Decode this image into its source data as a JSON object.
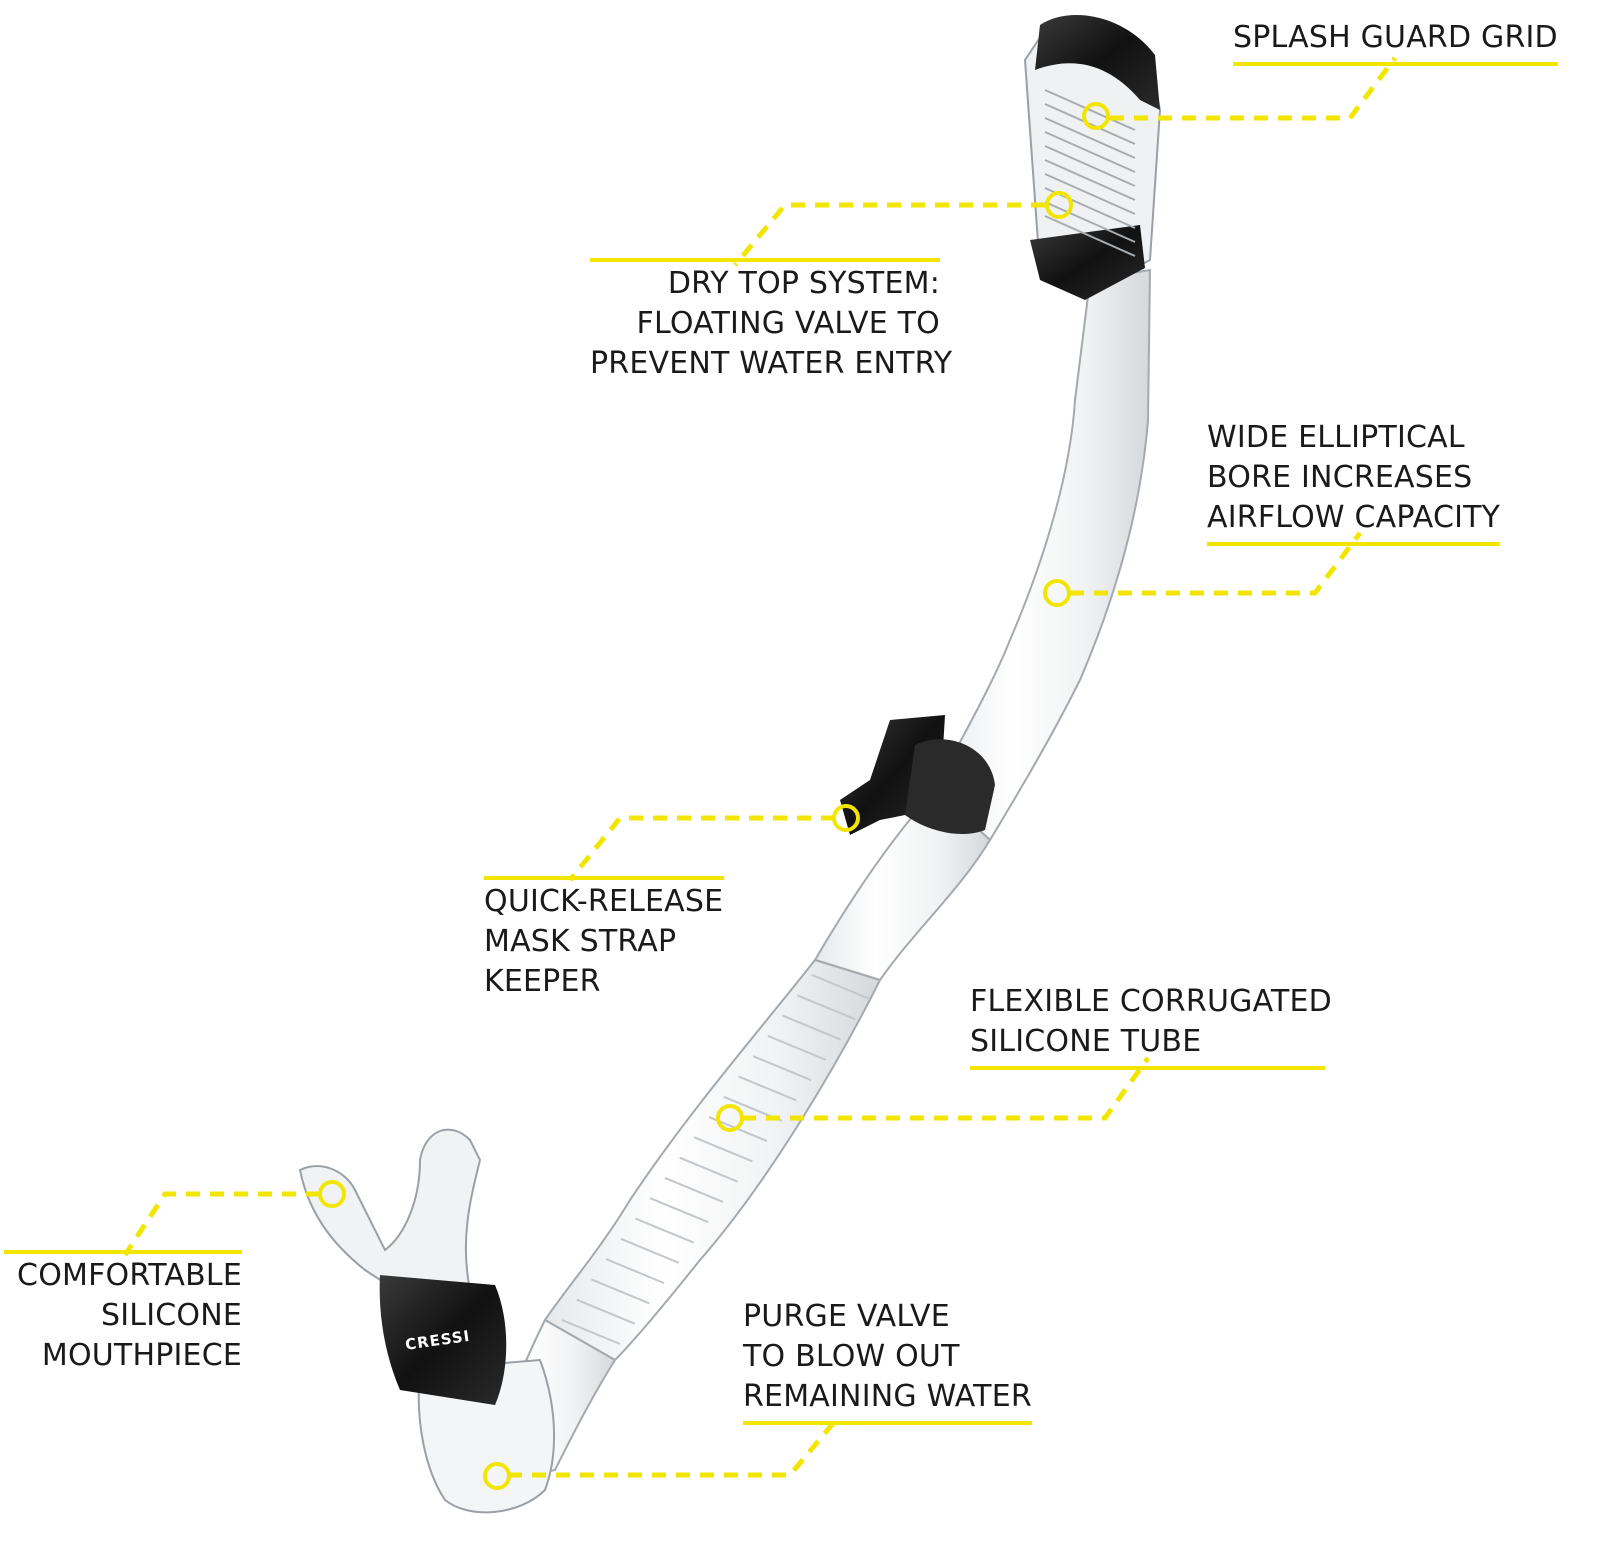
{
  "brand": {
    "logo_text": "CRESSI"
  },
  "colors": {
    "accent": "#f2e600",
    "text": "#1a1a1a",
    "tube_outline": "#9aa0a6",
    "dark_parts": "#1b1b1b"
  },
  "callouts": [
    {
      "id": "splash-guard",
      "lines": [
        "SPLASH GUARD GRID"
      ]
    },
    {
      "id": "dry-top",
      "lines": [
        "DRY TOP SYSTEM:",
        "FLOATING VALVE TO",
        "PREVENT WATER ENTRY"
      ]
    },
    {
      "id": "elliptical-bore",
      "lines": [
        "WIDE ELLIPTICAL",
        "BORE INCREASES",
        "AIRFLOW CAPACITY"
      ]
    },
    {
      "id": "mask-strap-keeper",
      "lines": [
        "QUICK-RELEASE",
        "MASK STRAP",
        "KEEPER"
      ]
    },
    {
      "id": "corrugated-tube",
      "lines": [
        "FLEXIBLE CORRUGATED",
        "SILICONE TUBE"
      ]
    },
    {
      "id": "mouthpiece",
      "lines": [
        "COMFORTABLE",
        "SILICONE",
        "MOUTHPIECE"
      ]
    },
    {
      "id": "purge-valve",
      "lines": [
        "PURGE VALVE",
        "TO BLOW OUT",
        "REMAINING WATER"
      ]
    }
  ]
}
